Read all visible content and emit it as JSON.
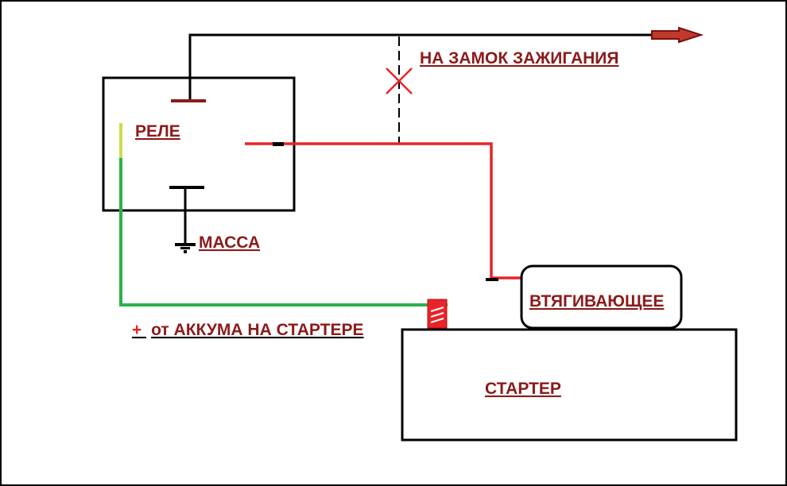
{
  "labels": {
    "relay": "РЕЛЕ",
    "ignition": "НА ЗАМОК ЗАЖИГАНИЯ",
    "ground": "МАССА",
    "solenoid": "ВТЯГИВАЮЩЕЕ",
    "starter": "СТАРТЕР",
    "battery_plus": "+",
    "battery_text": "от АККУМА НА СТАРТЕРЕ"
  },
  "colors": {
    "outline": "#000000",
    "label": "#8b1a1a",
    "red_wire": "#e8232a",
    "green_wire": "#2bb24c",
    "yellow_wire": "#c8e04a",
    "arrow_fill": "#c0392b",
    "arrow_stroke": "#7a1010"
  },
  "icons": {
    "cut_mark": "x-cross-icon",
    "arrow": "arrow-right-icon",
    "terminal": "battery-terminal-icon",
    "ground": "ground-symbol-icon"
  }
}
